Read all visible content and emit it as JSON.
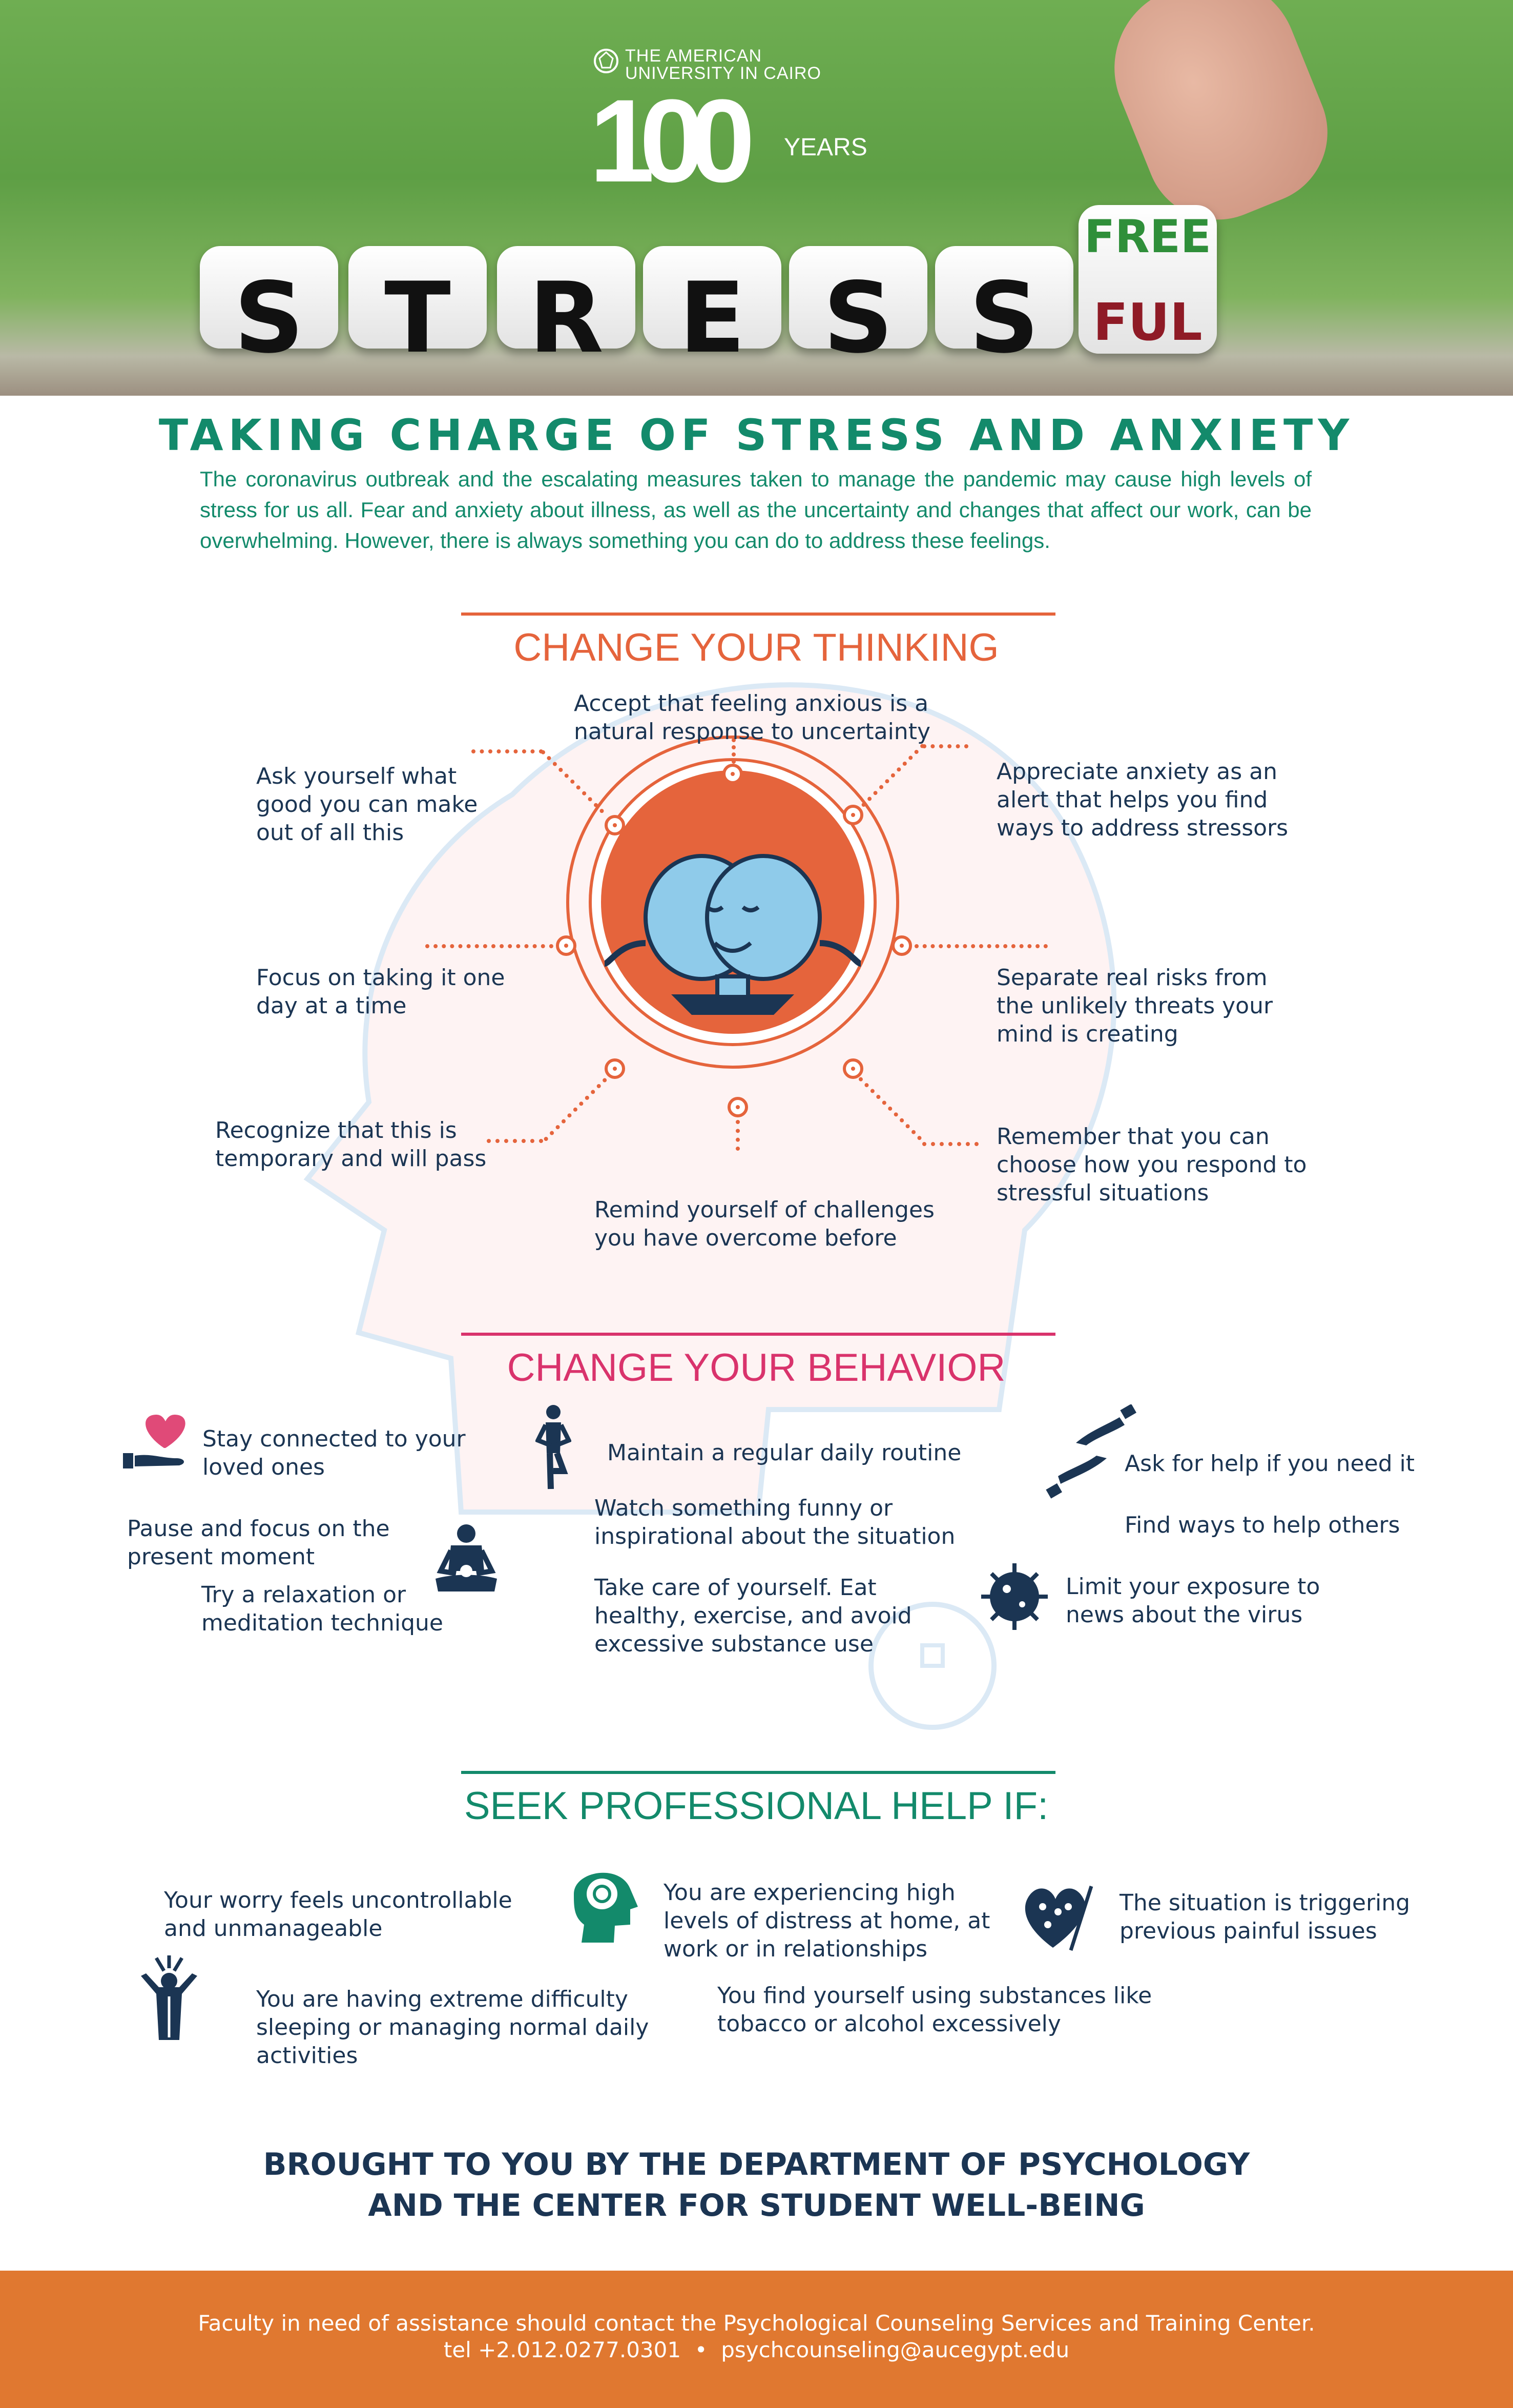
{
  "header": {
    "university_line1": "THE AMERICAN",
    "university_line2": "UNIVERSITY IN CAIRO",
    "centennial_number": "100",
    "centennial_years": "YEARS",
    "dice_letters": [
      "S",
      "T",
      "R",
      "E",
      "S",
      "S"
    ],
    "dice_top": "FREE",
    "dice_side": "FUL"
  },
  "intro": {
    "title": "TAKING CHARGE OF STRESS AND ANXIETY",
    "body": "The coronavirus outbreak and the escalating measures taken to manage the pandemic may cause high levels of stress for us all. Fear and anxiety about illness, as well as the uncertainty and changes that affect our work, can be overwhelming. However, there is always something you can do to address these feelings."
  },
  "thinking": {
    "title": "CHANGE YOUR THINKING",
    "items": [
      "Accept that feeling anxious is a natural response to uncertainty",
      "Ask yourself what good you can make out of all this",
      "Appreciate anxiety as an alert that helps you find ways to address stressors",
      "Focus on taking it one day at a time",
      "Separate real risks from the unlikely threats your mind is creating",
      "Recognize that this is temporary and will pass",
      "Remember that you can choose how you respond to stressful situations",
      "Remind yourself of challenges you have overcome before"
    ]
  },
  "behavior": {
    "title": "CHANGE YOUR BEHAVIOR",
    "items": [
      "Stay connected to your loved ones",
      "Pause and focus on the present moment",
      "Try a relaxation or meditation technique",
      "Maintain a regular daily routine",
      "Watch something funny or inspirational about the situation",
      "Take care of yourself. Eat healthy, exercise, and avoid excessive substance use",
      "Ask for help if you need it",
      "Find ways to help others",
      "Limit your exposure to news about the virus"
    ]
  },
  "professional": {
    "title": "SEEK PROFESSIONAL HELP IF:",
    "items": [
      "Your worry feels uncontrollable and unmanageable",
      "You are experiencing high levels of distress at home, at work or in relationships",
      "The situation is triggering previous painful issues",
      "You are having extreme difficulty sleeping or managing normal daily activities",
      "You find yourself using substances like tobacco or alcohol excessively"
    ]
  },
  "credits": {
    "line1": "BROUGHT TO YOU BY THE DEPARTMENT OF PSYCHOLOGY",
    "line2": "AND THE CENTER FOR STUDENT WELL-BEING"
  },
  "footer": {
    "line1": "Faculty in need of assistance should contact the Psychological Counseling Services and Training Center.",
    "line2": "tel +2.012.0277.0301  •  psychcounseling@aucegypt.edu"
  },
  "colors": {
    "teal": "#138a6b",
    "orange": "#e5643c",
    "pink": "#d9336c",
    "navy": "#1b3553",
    "footer_bg": "#e07830"
  }
}
